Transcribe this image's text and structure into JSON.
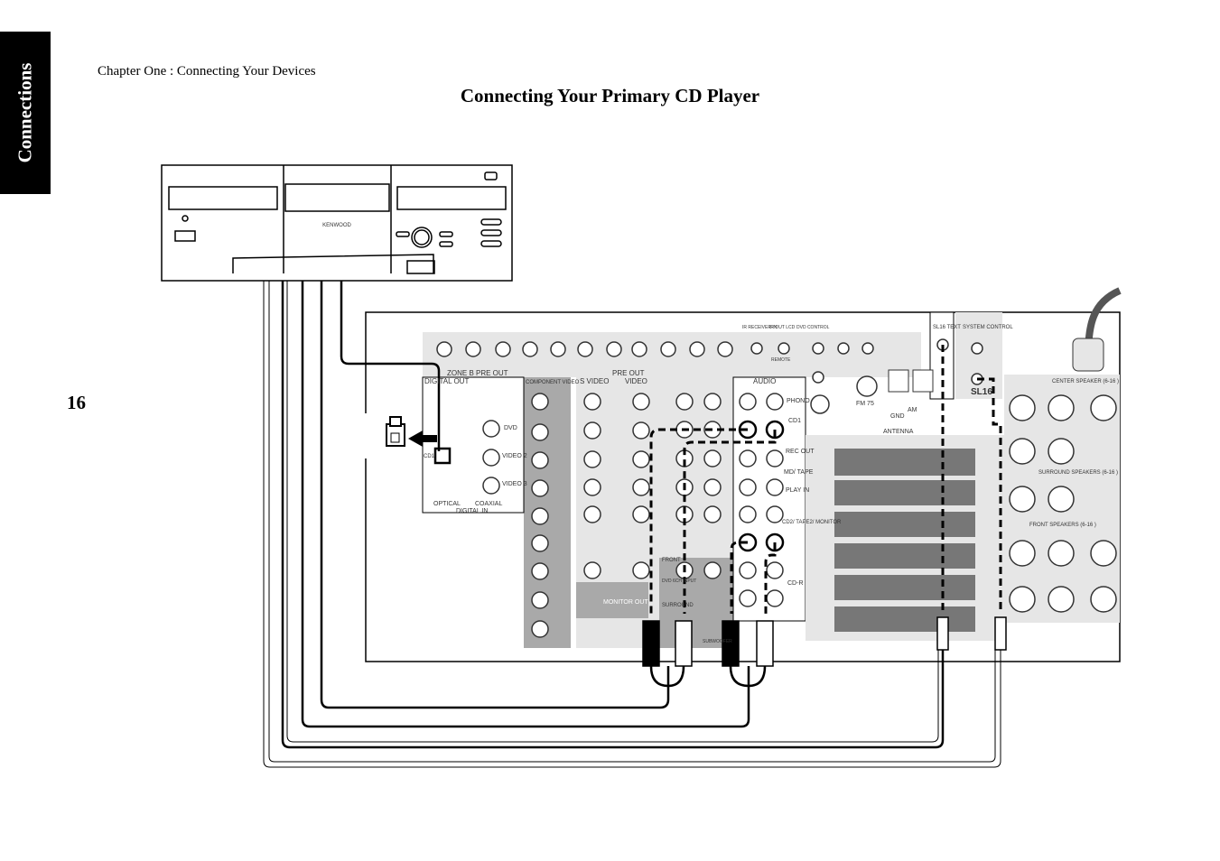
{
  "side_tab": "Connections",
  "chapter": "Chapter One : Connecting Your Devices",
  "title": "Connecting Your Primary CD Player",
  "page_number": "16",
  "cd_player": {
    "brand": "KENWOOD"
  },
  "receiver": {
    "digital_out": "DIGITAL OUT",
    "digital_in": "DIGITAL IN",
    "optical": "OPTICAL",
    "coaxial": "COAXIAL",
    "cd1_digital": "CD1",
    "dvd": "DVD",
    "video2": "VIDEO 2",
    "video3": "VIDEO 3",
    "zone_b": "ZONE B PRE OUT",
    "pre_out": "PRE OUT",
    "component_video": "COMPONENT VIDEO",
    "s_video": "S VIDEO",
    "video": "VIDEO",
    "audio": "AUDIO",
    "phono": "PHONO",
    "cd1": "CD1",
    "rec_out": "REC OUT",
    "md_tape": "MD/ TAPE",
    "play_in": "PLAY IN",
    "cd2_tape_monitor": "CD2/ TAPE2/ MONITOR",
    "cd_r": "CD-R",
    "monitor_out": "MONITOR OUT",
    "dvd_6ch_input": "DVD 6CH INPUT",
    "front": "FRONT",
    "surround": "SURROUND",
    "subwoofer": "SUBWOOFER",
    "sl16_text": "SL16 TEXT",
    "system_control": "SYSTEM CONTROL",
    "sl16": "SL16",
    "fm75": "FM 75",
    "am": "AM",
    "gnd": "GND",
    "antenna": "ANTENNA",
    "center_speaker": "CENTER SPEAKER (6-16 )",
    "surround_speakers": "SURROUND SPEAKERS (6-16 )",
    "front_speakers": "FRONT SPEAKERS (6-16 )",
    "ir_receiver_in": "IR RECEIVER IN",
    "ir_out_lcd": "IR OUT LCD",
    "dvd_control": "DVD CONTROL",
    "remote": "REMOTE"
  },
  "colors": {
    "panel_gray": "#cfcfcf",
    "dark_gray": "#a9a9a9",
    "light_gray": "#e6e6e6",
    "ink": "#000000"
  }
}
